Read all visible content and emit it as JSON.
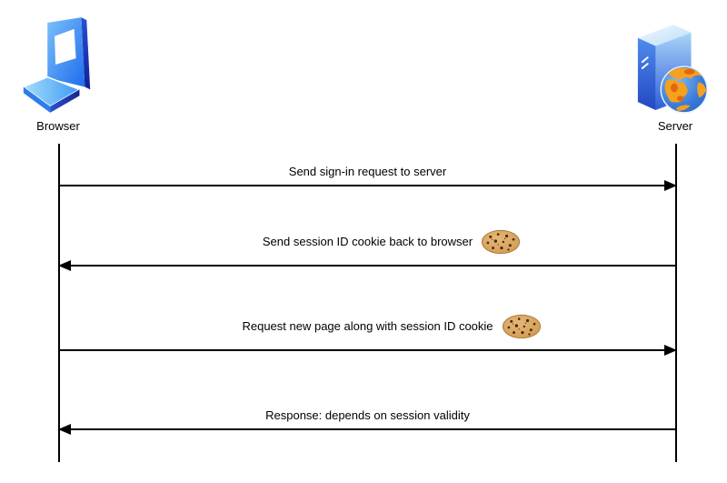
{
  "diagram": {
    "actors": [
      {
        "id": "browser",
        "label": "Browser",
        "icon": "laptop-icon"
      },
      {
        "id": "server",
        "label": "Server",
        "icon": "server-globe-icon"
      }
    ],
    "messages": [
      {
        "label": "Send sign-in request to server",
        "from": "Browser",
        "to": "Server",
        "arrow_direction": "right",
        "has_cookie": false
      },
      {
        "label": "Send session ID cookie back to browser",
        "from": "Server",
        "to": "Browser",
        "arrow_direction": "left",
        "has_cookie": true
      },
      {
        "label": "Request new page along with session ID cookie",
        "from": "Browser",
        "to": "Server",
        "arrow_direction": "right",
        "has_cookie": true
      },
      {
        "label": "Response: depends on session validity",
        "from": "Server",
        "to": "Browser",
        "arrow_direction": "left",
        "has_cookie": false
      }
    ],
    "colors": {
      "background": "#ffffff",
      "line": "#000000",
      "icon_blue_light": "#8fd2fa",
      "icon_blue": "#2a7cf0",
      "icon_blue_dark": "#1b2f9e",
      "globe_ocean": "#3a7bd9",
      "globe_land": "#f5a01e",
      "cookie_base": "#d9a761",
      "cookie_chip": "#4a2810"
    }
  }
}
